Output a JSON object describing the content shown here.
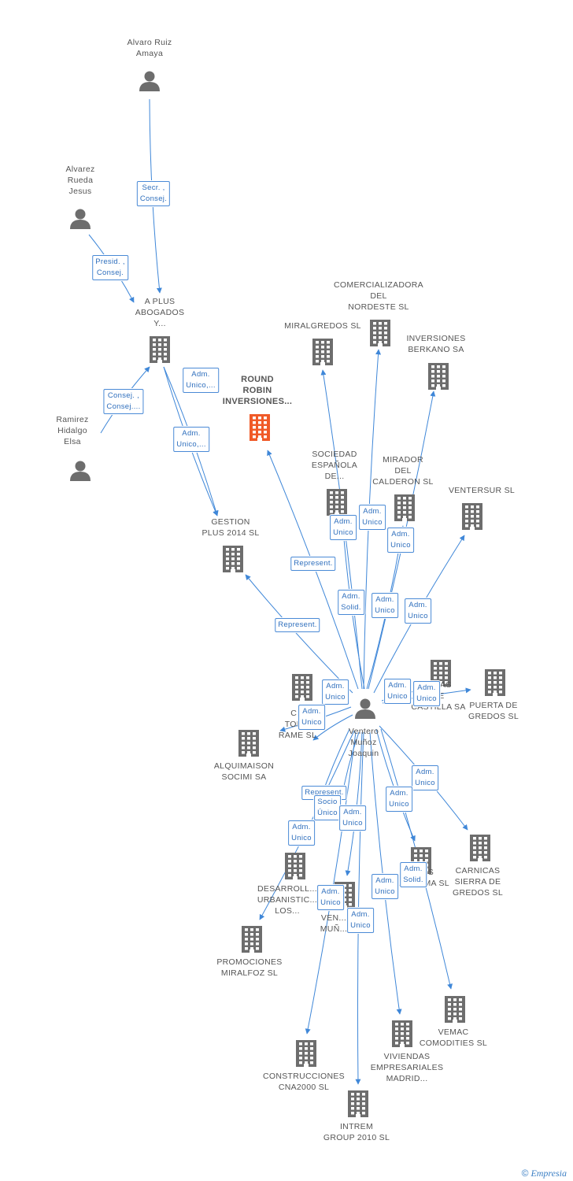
{
  "colors": {
    "edge": "#3f87d8",
    "node_icon": "#6d6d6d",
    "focus_icon": "#f05a28",
    "label": "#555555"
  },
  "nodes": [
    {
      "id": "alvaro",
      "type": "person",
      "label": "Alvaro Ruiz\nAmaya"
    },
    {
      "id": "alvarez",
      "type": "person",
      "label": "Alvarez\nRueda\nJesus"
    },
    {
      "id": "ramirez",
      "type": "person",
      "label": "Ramirez\nHidalgo\nElsa"
    },
    {
      "id": "ventero",
      "type": "person",
      "label": "Ventero\nMuñoz\nJoaquin"
    },
    {
      "id": "aplus",
      "type": "company",
      "label": "A PLUS\nABOGADOS\nY..."
    },
    {
      "id": "round",
      "type": "focus",
      "label": "ROUND\nROBIN\nINVERSIONES..."
    },
    {
      "id": "gestion",
      "type": "company",
      "label": "GESTION\nPLUS 2014  SL"
    },
    {
      "id": "comercializadora",
      "type": "company",
      "label": "COMERCIALIZADORA\nDEL\nNORDESTE  SL"
    },
    {
      "id": "miralgredos",
      "type": "company",
      "label": "MIRALGREDOS SL"
    },
    {
      "id": "berkano",
      "type": "company",
      "label": "INVERSIONES\nBERKANO SA"
    },
    {
      "id": "sociedad",
      "type": "company",
      "label": "SOCIEDAD\nESPAÑOLA\nDE..."
    },
    {
      "id": "mirador",
      "type": "company",
      "label": "MIRADOR\nDEL\nCALDERON SL"
    },
    {
      "id": "ventersur",
      "type": "company",
      "label": "VENTERSUR SL"
    },
    {
      "id": "toro",
      "type": "company",
      "label": "C...\nTOR...\nRAME SL"
    },
    {
      "id": "sistemas",
      "type": "company",
      "label": "...MAS\nDE\nCASTILLA SA"
    },
    {
      "id": "puerta",
      "type": "company",
      "label": "PUERTA DE\nGREDOS SL"
    },
    {
      "id": "alquimaison",
      "type": "company",
      "label": "ALQUIMAISON\nSOCIMI SA"
    },
    {
      "id": "desarrollos",
      "type": "company",
      "label": "DESARROLL...\nURBANISTIC...\nLOS..."
    },
    {
      "id": "ventero2",
      "type": "company",
      "label": "VEN...\nMUÑ..."
    },
    {
      "id": "farma",
      "type": "company",
      "label": "...NES\n...OFARMA SL"
    },
    {
      "id": "carnicas",
      "type": "company",
      "label": "CARNICAS\nSIERRA DE\nGREDOS SL"
    },
    {
      "id": "miralfoz",
      "type": "company",
      "label": "PROMOCIONES\nMIRALFOZ SL"
    },
    {
      "id": "vemac",
      "type": "company",
      "label": "VEMAC\nCOMODITIES SL"
    },
    {
      "id": "viviendas",
      "type": "company",
      "label": "VIVIENDAS\nEMPRESARIALES\nMADRID..."
    },
    {
      "id": "cna",
      "type": "company",
      "label": "CONSTRUCCIONES\nCNA2000 SL"
    },
    {
      "id": "intrem",
      "type": "company",
      "label": "INTREM\nGROUP 2010 SL"
    }
  ],
  "edges": [
    {
      "from": "alvaro",
      "to": "aplus",
      "label": "Secr. ,\nConsej."
    },
    {
      "from": "alvarez",
      "to": "aplus",
      "label": "Presid. ,\nConsej."
    },
    {
      "from": "ramirez",
      "to": "aplus",
      "label": "Consej. ,\nConsej...."
    },
    {
      "from": "aplus",
      "to": "gestion",
      "label": "Adm.\nUnico,..."
    },
    {
      "from": "aplus",
      "to": "gestion",
      "label": "Adm.\nUnico,..."
    },
    {
      "from": "ventero",
      "to": "round",
      "label": "Represent."
    },
    {
      "from": "ventero",
      "to": "gestion",
      "label": "Represent."
    },
    {
      "from": "ventero",
      "to": "miralgredos",
      "label": "Adm.\nUnico"
    },
    {
      "from": "ventero",
      "to": "comercializadora",
      "label": "Adm.\nUnico"
    },
    {
      "from": "ventero",
      "to": "berkano",
      "label": "Adm.\nUnico"
    },
    {
      "from": "ventero",
      "to": "sociedad",
      "label": "Adm.\nSolid."
    },
    {
      "from": "ventero",
      "to": "mirador",
      "label": "Adm.\nUnico"
    },
    {
      "from": "ventero",
      "to": "ventersur",
      "label": "Adm.\nUnico"
    },
    {
      "from": "ventero",
      "to": "toro",
      "label": "Adm.\nUnico"
    },
    {
      "from": "ventero",
      "to": "toro",
      "label": "Adm.\nUnico"
    },
    {
      "from": "ventero",
      "to": "sistemas",
      "label": "Adm.\nUnico"
    },
    {
      "from": "ventero",
      "to": "puerta",
      "label": "Adm.\nUnico"
    },
    {
      "from": "ventero",
      "to": "carnicas",
      "label": "Adm.\nUnico"
    },
    {
      "from": "ventero",
      "to": "farma",
      "label": "Adm.\nUnico"
    },
    {
      "from": "ventero",
      "to": "desarrollos",
      "label": "Represent."
    },
    {
      "from": "ventero",
      "to": "ventero2",
      "label": "Socio\nÚnico"
    },
    {
      "from": "ventero",
      "to": "ventero2",
      "label": "Adm.\nUnico"
    },
    {
      "from": "ventero",
      "to": "miralfoz",
      "label": "Adm.\nUnico"
    },
    {
      "from": "ventero",
      "to": "vemac",
      "label": "Adm.\nSolid."
    },
    {
      "from": "ventero",
      "to": "viviendas",
      "label": "Adm.\nUnico"
    },
    {
      "from": "ventero",
      "to": "cna",
      "label": "Adm.\nUnico"
    },
    {
      "from": "ventero",
      "to": "intrem",
      "label": "Adm.\nUnico"
    }
  ],
  "footer": {
    "copyright": "©",
    "brand": "Empresia"
  }
}
